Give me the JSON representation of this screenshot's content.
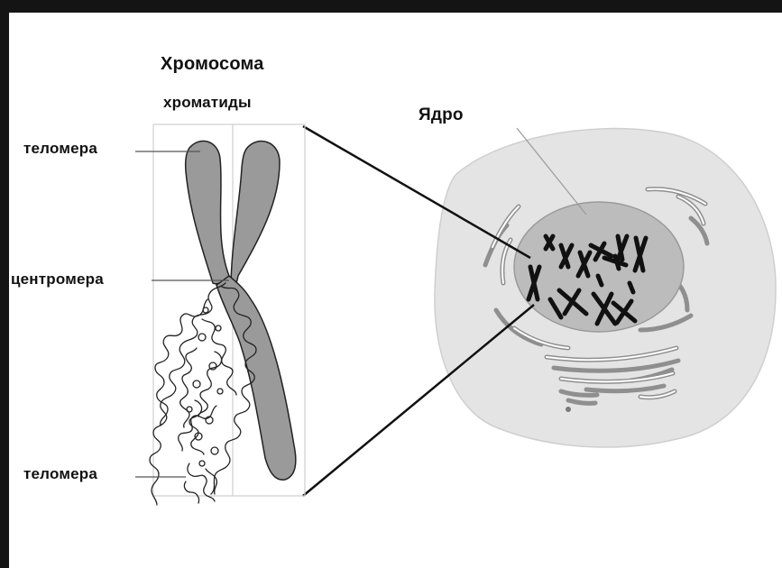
{
  "labels": {
    "title_line1": "Хромосома",
    "title_line2": "хроматиды",
    "nucleus": "Ядро",
    "telomere_top": "теломера",
    "centromere": "центромера",
    "telomere_bottom": "теломера"
  },
  "colors": {
    "background_frame": "#141414",
    "canvas": "#ffffff",
    "chromosome_fill": "#9a9a9a",
    "cell_fill": "#e4e4e4",
    "nucleus_fill": "#b9b9b9",
    "chromosomes_in_nucleus": "#111111",
    "outline": "#222222"
  }
}
